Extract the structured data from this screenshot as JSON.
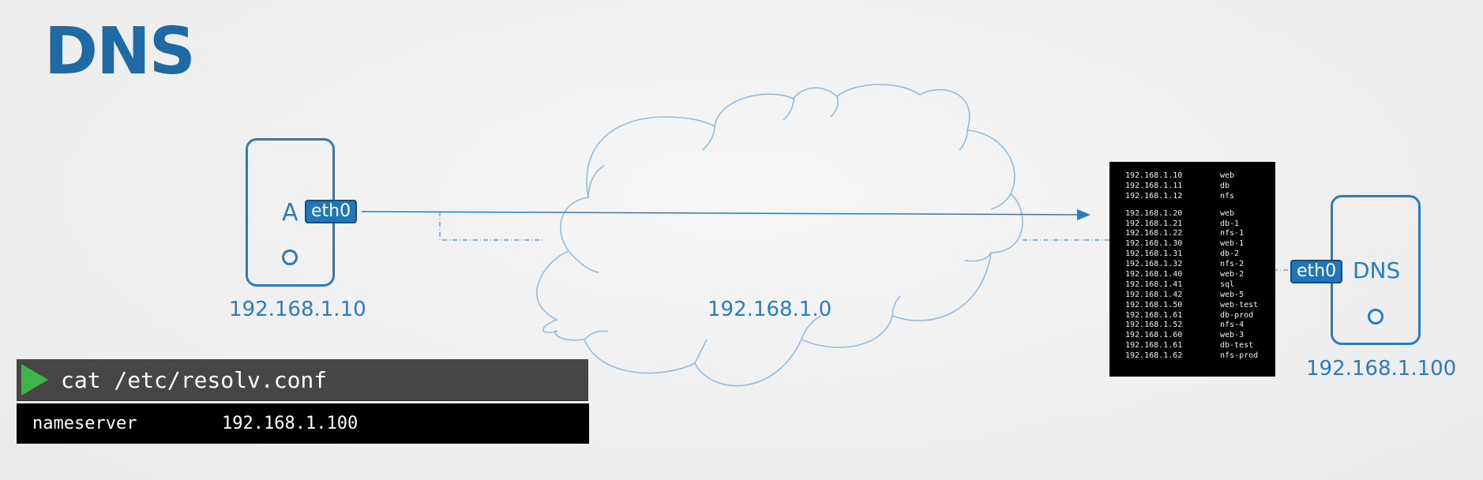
{
  "title": "DNS",
  "host_a": {
    "name": "A",
    "interface": "eth0",
    "ip": "192.168.1.10"
  },
  "network": {
    "subnet": "192.168.1.0"
  },
  "dns_server": {
    "name": "DNS",
    "interface": "eth0",
    "ip": "192.168.1.100"
  },
  "hosts_table": [
    {
      "ip": "192.168.1.10",
      "name": "web"
    },
    {
      "ip": "192.168.1.11",
      "name": "db"
    },
    {
      "ip": "192.168.1.12",
      "name": "nfs"
    },
    {
      "ip": "192.168.1.20",
      "name": "web"
    },
    {
      "ip": "192.168.1.21",
      "name": "db-1"
    },
    {
      "ip": "192.168.1.22",
      "name": "nfs-1"
    },
    {
      "ip": "192.168.1.30",
      "name": "web-1"
    },
    {
      "ip": "192.168.1.31",
      "name": "db-2"
    },
    {
      "ip": "192.168.1.32",
      "name": "nfs-2"
    },
    {
      "ip": "192.168.1.40",
      "name": "web-2"
    },
    {
      "ip": "192.168.1.41",
      "name": "sql"
    },
    {
      "ip": "192.168.1.42",
      "name": "web-5"
    },
    {
      "ip": "192.168.1.50",
      "name": "web-test"
    },
    {
      "ip": "192.168.1.61",
      "name": "db-prod"
    },
    {
      "ip": "192.168.1.52",
      "name": "nfs-4"
    },
    {
      "ip": "192.168.1.60",
      "name": "web-3"
    },
    {
      "ip": "192.168.1.61",
      "name": "db-test"
    },
    {
      "ip": "192.168.1.62",
      "name": "nfs-prod"
    }
  ],
  "terminal": {
    "command": "cat /etc/resolv.conf",
    "output_key": "nameserver",
    "output_value": "192.168.1.100"
  },
  "colors": {
    "accent": "#2a7cc0",
    "title": "#1f6aa5",
    "cloud_stroke": "#8fbde0",
    "prompt_green": "#3fb548"
  }
}
